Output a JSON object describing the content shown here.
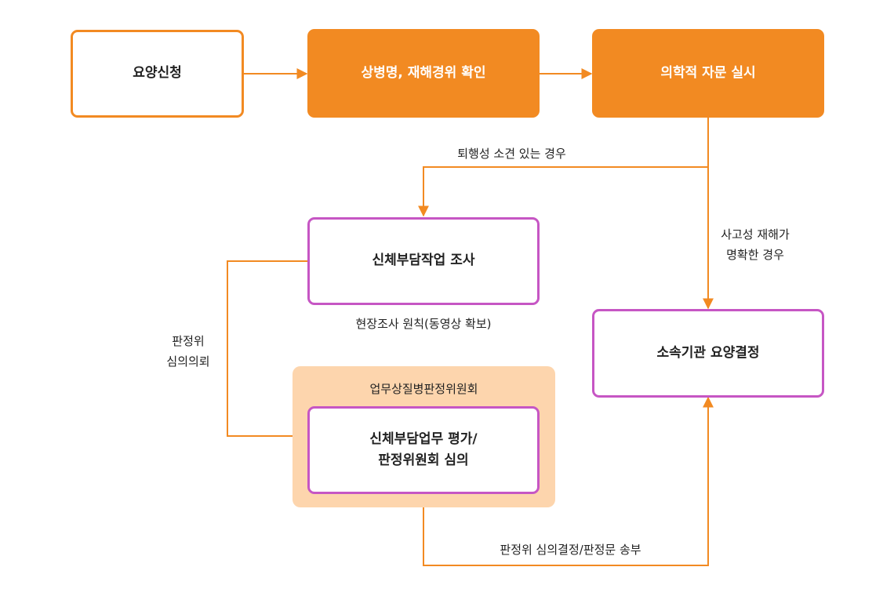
{
  "colors": {
    "accent": "#f28a22",
    "purple": "#c656c4",
    "panel": "#fdd5ad"
  },
  "nodes": {
    "apply": "요양신청",
    "confirm": "상병명, 재해경위 확인",
    "consult": "의학적 자문 실시",
    "survey": "신체부담작업 조사",
    "committee": "업무상질병판정위원회",
    "evaluation_line1": "신체부담업무 평가/",
    "evaluation_line2": "판정위원회 심의",
    "decision": "소속기관 요양결정"
  },
  "edge_labels": {
    "degenerative": "퇴행성 소견 있는 경우",
    "accident_line1": "사고성 재해가",
    "accident_line2": "명확한 경우",
    "onsite": "현장조사 원칙(동영상 확보)",
    "request_line1": "판정위",
    "request_line2": "심의의뢰",
    "result": "판정위 심의결정/판정문 송부"
  }
}
